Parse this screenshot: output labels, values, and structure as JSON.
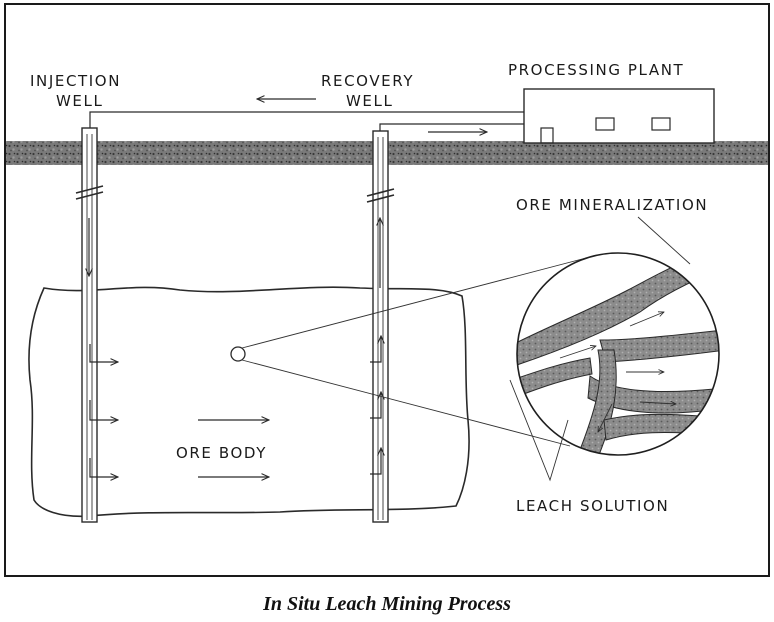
{
  "labels": {
    "injection_well_line1": "INJECTION",
    "injection_well_line2": "WELL",
    "recovery_well_line1": "RECOVERY",
    "recovery_well_line2": "WELL",
    "processing_plant": "PROCESSING PLANT",
    "ore_mineralization": "ORE MINERALIZATION",
    "ore_body": "ORE BODY",
    "leach_solution": "LEACH SOLUTION"
  },
  "caption": "In Situ Leach Mining Process",
  "colors": {
    "line": "#2a2a2a",
    "ground": "#6e6e6e",
    "mineral_band": "#8a8a8a",
    "background": "#ffffff"
  }
}
